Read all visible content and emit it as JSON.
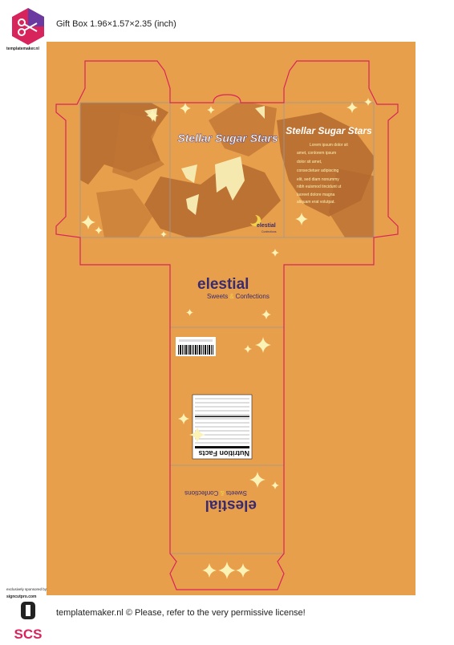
{
  "header": {
    "title": "Gift Box 1.96×1.57×2.35 (inch)",
    "brand": "templatemaker.nl"
  },
  "footer": {
    "text": "templatemaker.nl © Please, refer to the very permissive license!"
  },
  "sponsor": {
    "label": "exclusively sponsored by:",
    "site": "signcutpro.com",
    "logo_text": "SCS"
  },
  "box": {
    "product_name": "Stellar Sugar Stars",
    "side_text": "Lorem ipsum dolor sit amet, conlorem ipsum dolor sit amet, consectetuer adipiscing elit, sed diam nonummy nibh euismod tincidunt ut laoreet dolore magna aliquam erat volutpat.",
    "side_lines": [
      "Lorem ipsum dolor sit",
      "amet, conlorem ipsum",
      "dolor sit amet,",
      "consectetuer adipiscing",
      "elit, sed diam nonummy",
      "nibh euismod tincidunt ut",
      "laoreet dolore magna",
      "aliquam erat volutpat."
    ],
    "brand_name": "elestial",
    "brand_initial": "C",
    "brand_tagline_1": "Sweets",
    "brand_tagline_sep": "&",
    "brand_tagline_2": "Confections",
    "nutrition_title": "Nutrition Facts"
  },
  "colors": {
    "panel": "#e89f4b",
    "cutline": "#d8245c",
    "foldline": "#9a9a9a",
    "pattern": "#b46a2f",
    "stars": "#fbf2b5",
    "brand": "#3a2a6e",
    "moon": "#f2d04a"
  }
}
